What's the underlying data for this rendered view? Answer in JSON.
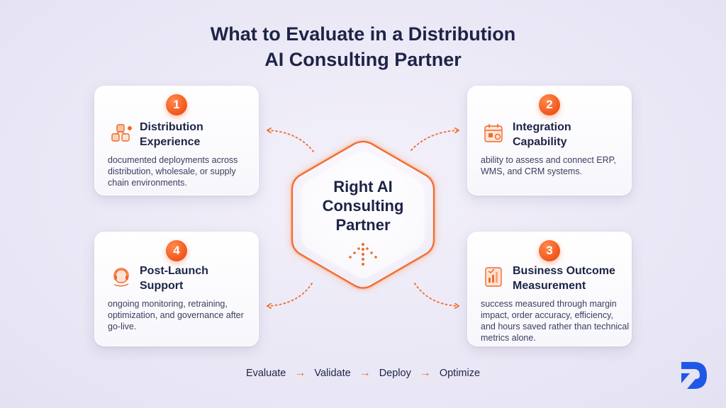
{
  "title": {
    "line1": "What to Evaluate in a Distribution",
    "line2": "AI Consulting Partner"
  },
  "center": {
    "line1": "Right AI",
    "line2": "Consulting",
    "line3": "Partner",
    "icon": "arrow-up-dotted-icon"
  },
  "cards": {
    "c1": {
      "number": "1",
      "title": "Distribution Experience",
      "desc": "documented deployments across distribution, wholesale, or supply chain environments.",
      "icon": "network-boxes-icon"
    },
    "c2": {
      "number": "2",
      "title": "Integration Capability",
      "desc": "ability to assess and connect ERP, WMS, and CRM systems.",
      "icon": "integration-calendar-icon"
    },
    "c3": {
      "number": "3",
      "title": "Business Outcome Measurement",
      "desc": "success measured through margin impact, order accuracy, efficiency, and hours saved rather than technical metrics alone.",
      "icon": "chart-checklist-icon"
    },
    "c4": {
      "number": "4",
      "title": "Post-Launch Support",
      "desc": "ongoing monitoring, retraining, optimization, and governance after go-live.",
      "icon": "support-headset-icon"
    }
  },
  "flow": {
    "steps": [
      "Evaluate",
      "Validate",
      "Deploy",
      "Optimize"
    ],
    "arrow": "→"
  },
  "colors": {
    "accent": "#f26a2b",
    "title": "#1d2447",
    "background": "#ebe8f6"
  }
}
